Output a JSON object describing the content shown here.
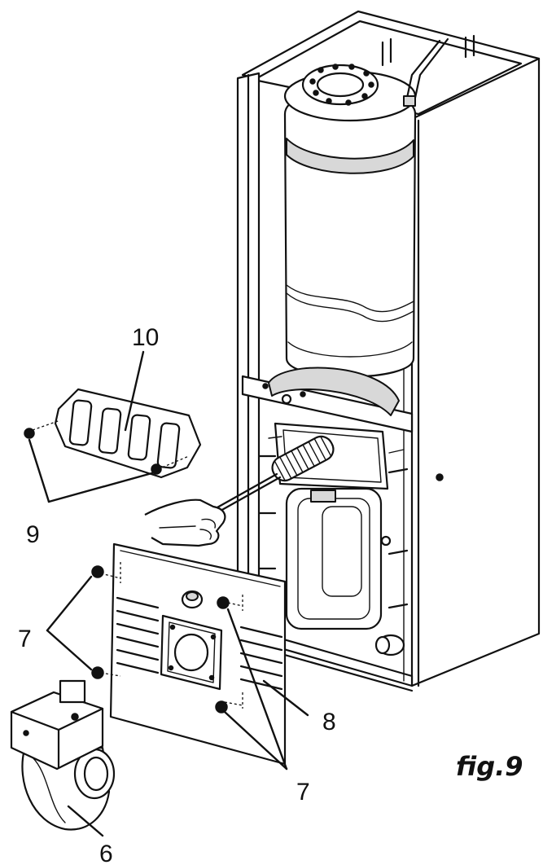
{
  "figure": {
    "label": "fig.9"
  },
  "callouts": {
    "c10": "10",
    "c9": "9",
    "c7_left": "7",
    "c7_right": "7",
    "c8": "8",
    "c6": "6"
  }
}
